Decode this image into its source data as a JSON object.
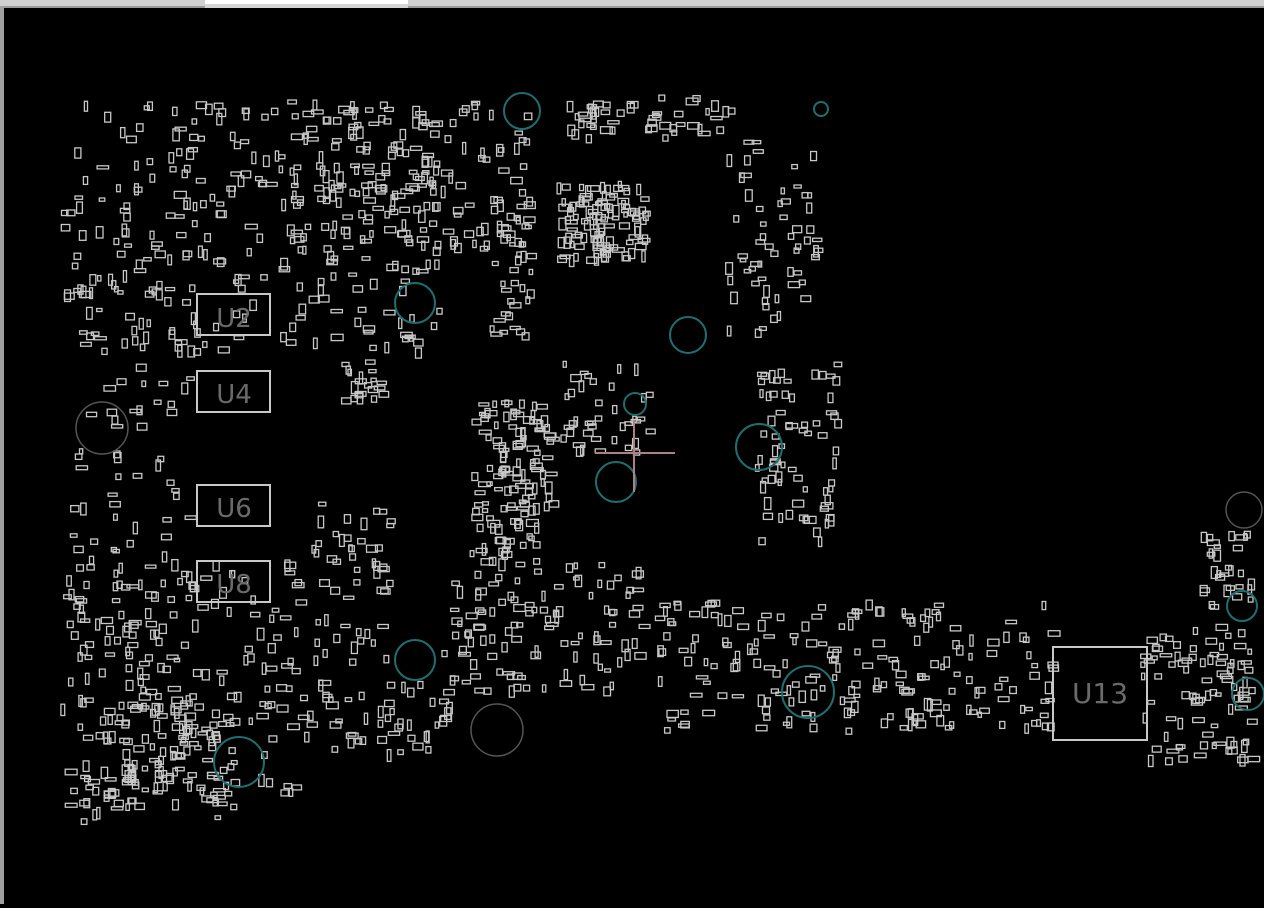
{
  "tabs": [
    {
      "label": "",
      "active": false
    },
    {
      "label": "",
      "active": true
    },
    {
      "label": "",
      "active": false
    }
  ],
  "board": {
    "background": "#000000",
    "part_outline_color": "#c8c8c8",
    "mount_hole_color": "#1f6f70",
    "cursor_color": "#b07f86",
    "chips": [
      {
        "label": "U2"
      },
      {
        "label": "U4"
      },
      {
        "label": "U6"
      },
      {
        "label": "U8"
      },
      {
        "label": "U13"
      }
    ]
  }
}
